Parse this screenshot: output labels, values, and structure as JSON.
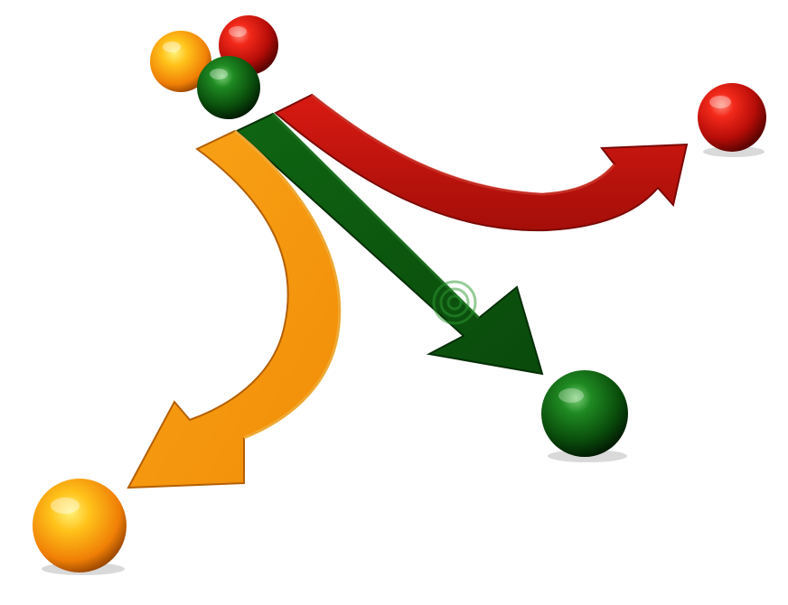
{
  "scene": {
    "background": "#ffffff",
    "elements": [
      {
        "name": "red-sphere",
        "color": "#d3130d"
      },
      {
        "name": "orange-sphere",
        "color": "#f5a10c"
      },
      {
        "name": "green-sphere",
        "color": "#0e6a12"
      },
      {
        "name": "red-arrow",
        "color": "#c8140f",
        "direction": "right-upward"
      },
      {
        "name": "green-arrow",
        "color": "#0d5410",
        "direction": "down-right"
      },
      {
        "name": "orange-arrow",
        "color": "#f39a0b",
        "direction": "down-left"
      },
      {
        "name": "red-target-sphere",
        "color": "#d3130d"
      },
      {
        "name": "green-target-sphere",
        "color": "#0e6a12"
      },
      {
        "name": "orange-target-sphere",
        "color": "#f5a10c"
      }
    ]
  }
}
